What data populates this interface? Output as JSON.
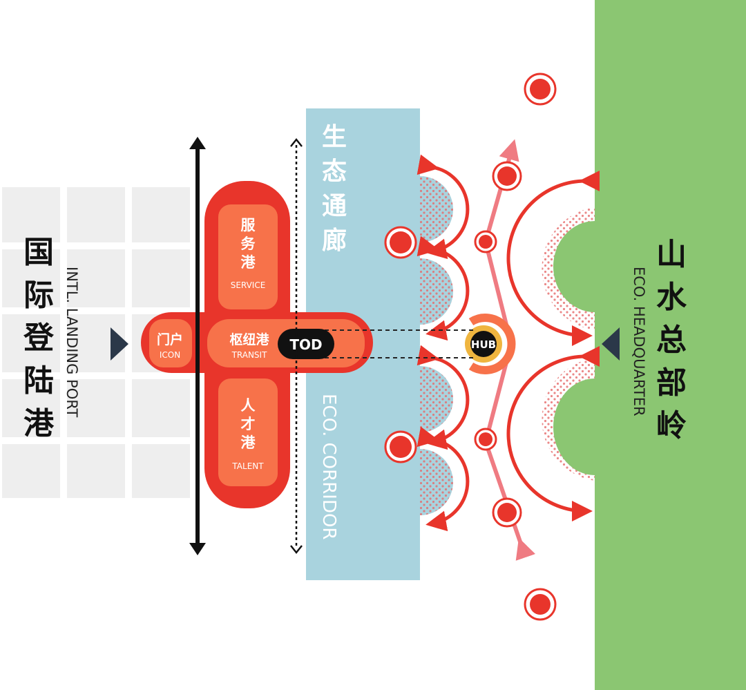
{
  "left_zone": {
    "title_cn": [
      "国",
      "际",
      "登",
      "陆",
      "港"
    ],
    "title_en": "INTL. LANDING PORT"
  },
  "right_zone": {
    "title_cn": [
      "山",
      "水",
      "总",
      "部",
      "岭"
    ],
    "title_en": "ECO. HEADQUARTER"
  },
  "corridor": {
    "title_cn": [
      "生",
      "态",
      "通",
      "廊"
    ],
    "title_en": "ECO. CORRIDOR"
  },
  "cross": {
    "service": {
      "cn": [
        "服",
        "务",
        "港"
      ],
      "en": "SERVICE"
    },
    "icon": {
      "cn": "门户",
      "en": "ICON"
    },
    "transit": {
      "cn": "枢纽港",
      "en": "TRANSIT"
    },
    "talent": {
      "cn": [
        "人",
        "才",
        "港"
      ],
      "en": "TALENT"
    }
  },
  "tod_label": "TOD",
  "hub_label": "HUB",
  "colors": {
    "red": "#e8352b",
    "orange": "#f7724a",
    "corridor_blue": "#a9d3de",
    "green": "#8bc672",
    "block_gray": "#eeeeee",
    "pink_arrow": "#ef7b82",
    "hub_yellow": "#efb53f",
    "navy": "#2b3849"
  }
}
